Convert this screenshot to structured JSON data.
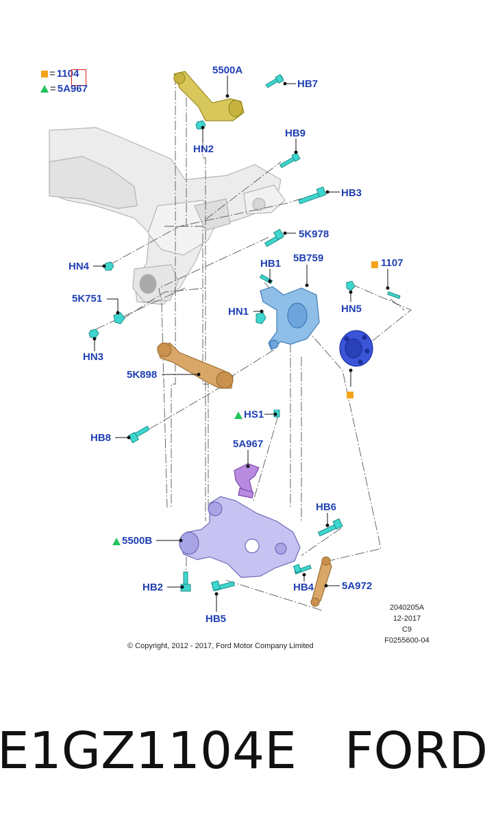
{
  "legend": {
    "square_value": "1104",
    "triangle_value": "5A967",
    "equals": "="
  },
  "callouts": {
    "c5500A": "5500A",
    "HB7": "HB7",
    "HN2": "HN2",
    "HB9": "HB9",
    "HB3": "HB3",
    "c5K978": "5K978",
    "HN4": "HN4",
    "HB1": "HB1",
    "c5B759": "5B759",
    "c1107": "1107",
    "c5K751": "5K751",
    "HN1": "HN1",
    "HN5": "HN5",
    "HN3": "HN3",
    "c5K898": "5K898",
    "HS1": "HS1",
    "HB8": "HB8",
    "c5A967": "5A967",
    "HB6": "HB6",
    "c5500B": "5500B",
    "HB2": "HB2",
    "HB4": "HB4",
    "c5A972": "5A972",
    "HB5": "HB5"
  },
  "drawing_info": {
    "line1": "2040205A",
    "line2": "12-2017",
    "line3": "C9",
    "line4": "F0255600-04"
  },
  "copyright": "© Copyright, 2012 - 2017, Ford Motor Company Limited",
  "caption": {
    "part_number": "E1GZ1104E",
    "brand": "FORD"
  },
  "colors": {
    "label_blue": "#1f3fb3",
    "fastener_cyan": "#3fd6cf",
    "knuckle_blue": "#8fbfe8",
    "hub_blue": "#3a55d8",
    "arm_gold": "#d8c75a",
    "link_tan": "#d9a868",
    "knuckle_lavender": "#c6c3f2",
    "bracket_purple": "#b98be0",
    "square_orange": "#f4a21b",
    "triangle_green": "#22c35a"
  }
}
